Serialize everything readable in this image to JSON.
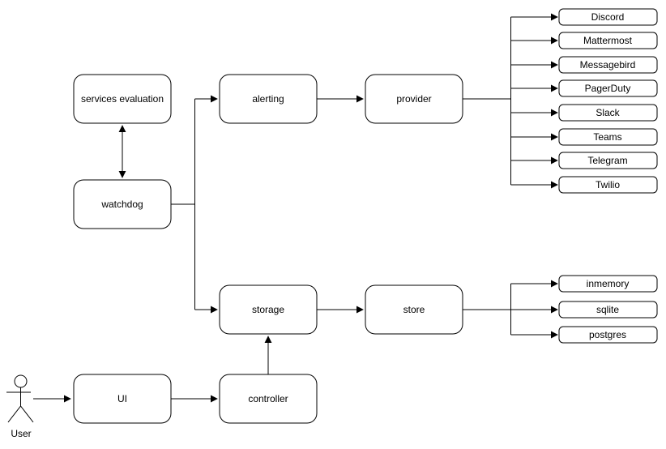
{
  "diagram": {
    "background": "#ffffff",
    "colors": {
      "node_fill": "#ffffff",
      "node_stroke": "#000000",
      "text": "#000000",
      "edge": "#000000"
    },
    "nodes": {
      "services_evaluation": "services evaluation",
      "watchdog": "watchdog",
      "alerting": "alerting",
      "provider": "provider",
      "storage": "storage",
      "store": "store",
      "ui": "UI",
      "controller": "controller"
    },
    "provider_targets": [
      "Discord",
      "Mattermost",
      "Messagebird",
      "PagerDuty",
      "Slack",
      "Teams",
      "Telegram",
      "Twilio"
    ],
    "store_targets": [
      "inmemory",
      "sqlite",
      "postgres"
    ],
    "actor": {
      "label": "User"
    },
    "edges": [
      {
        "from": "watchdog",
        "to": "services evaluation",
        "type": "bidirectional"
      },
      {
        "from": "watchdog",
        "to": "alerting",
        "type": "arrow"
      },
      {
        "from": "watchdog",
        "to": "storage",
        "type": "arrow"
      },
      {
        "from": "alerting",
        "to": "provider",
        "type": "arrow"
      },
      {
        "from": "provider",
        "to": "Discord",
        "type": "arrow"
      },
      {
        "from": "provider",
        "to": "Mattermost",
        "type": "arrow"
      },
      {
        "from": "provider",
        "to": "Messagebird",
        "type": "arrow"
      },
      {
        "from": "provider",
        "to": "PagerDuty",
        "type": "arrow"
      },
      {
        "from": "provider",
        "to": "Slack",
        "type": "arrow"
      },
      {
        "from": "provider",
        "to": "Teams",
        "type": "arrow"
      },
      {
        "from": "provider",
        "to": "Telegram",
        "type": "arrow"
      },
      {
        "from": "provider",
        "to": "Twilio",
        "type": "arrow"
      },
      {
        "from": "storage",
        "to": "store",
        "type": "arrow"
      },
      {
        "from": "store",
        "to": "inmemory",
        "type": "arrow"
      },
      {
        "from": "store",
        "to": "sqlite",
        "type": "arrow"
      },
      {
        "from": "store",
        "to": "postgres",
        "type": "arrow"
      },
      {
        "from": "User",
        "to": "UI",
        "type": "arrow"
      },
      {
        "from": "UI",
        "to": "controller",
        "type": "arrow"
      },
      {
        "from": "controller",
        "to": "storage",
        "type": "arrow"
      }
    ]
  }
}
